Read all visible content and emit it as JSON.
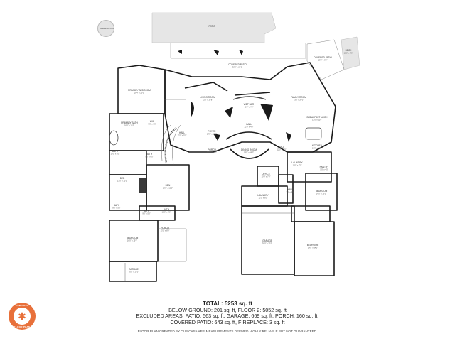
{
  "summary": {
    "total": "TOTAL: 5253 sq. ft",
    "line1": "BELOW GROUND: 201 sq. ft, FLOOR 2: 5052 sq. ft",
    "line2": "EXCLUDED AREAS: PATIO: 563 sq. ft, GARAGE: 669 sq. ft, PORCH: 160 sq. ft,",
    "line3": "COVERED PATIO: 643 sq. ft, FIREPLACE: 3 sq. ft"
  },
  "footer_note": "FLOOR PLAN CREATED BY CUBICASA APP. MEASUREMENTS DEEMED HIGHLY RELIABLE BUT NOT GUARANTEED.",
  "badge": {
    "top": "CUBICASA",
    "bottom": "FLOOR PLAN",
    "icon": "star-icon"
  },
  "colors": {
    "wall": "#1a1a1a",
    "patio_fill": "#e6e6e6",
    "accent": "#e8703a"
  },
  "rooms": [
    {
      "id": "patio-top",
      "name": "PATIO",
      "dim": ""
    },
    {
      "id": "deck",
      "name": "DECK",
      "dim": "10'0\" x 8'6\""
    },
    {
      "id": "covered-patio",
      "name": "COVERED PATIO",
      "dim": "38'0\" x 21'0\""
    },
    {
      "id": "primary-bedroom",
      "name": "PRIMARY BEDROOM",
      "dim": "20'4\" x 20'0\""
    },
    {
      "id": "living-room",
      "name": "LIVING ROOM",
      "dim": "22'0\" x 19'8\""
    },
    {
      "id": "wet-bar",
      "name": "WET BAR",
      "dim": "11'0\" x 4'3\""
    },
    {
      "id": "family-room",
      "name": "FAMILY ROOM",
      "dim": "23'0\" x 20'0\""
    },
    {
      "id": "covered-patio-2",
      "name": "COVERED PATIO",
      "dim": "13'0\" x 9'0\""
    },
    {
      "id": "breakfast-nook",
      "name": "BREAKFAST NOOK",
      "dim": "13'0\" x 11'0\""
    },
    {
      "id": "primary-bath",
      "name": "PRIMARY BATH",
      "dim": "16'0\" x 13'0\""
    },
    {
      "id": "wic",
      "name": "WIC",
      "dim": "9'0\" x 6'0\""
    },
    {
      "id": "hall-1",
      "name": "HALL",
      "dim": "13'0\" x 5'0\""
    },
    {
      "id": "foyer",
      "name": "FOYER",
      "dim": "14'0\" x 12'0\""
    },
    {
      "id": "hall-2",
      "name": "HALL",
      "dim": "22'0\" x 4'0\""
    },
    {
      "id": "kitchen",
      "name": "KITCHEN",
      "dim": "16'0\" x 13'0\""
    },
    {
      "id": "bath-1",
      "name": "BATH",
      "dim": "10'0\" x 8'0\""
    },
    {
      "id": "bath-2",
      "name": "BATH",
      "dim": "9'0\" x 6'0\""
    },
    {
      "id": "porch",
      "name": "PORCH",
      "dim": "16'0\" x 10'0\""
    },
    {
      "id": "dining-room",
      "name": "DINING ROOM",
      "dim": "19'0\" x 16'0\""
    },
    {
      "id": "hall-3",
      "name": "HALL",
      "dim": "12'0\" x 4'0\""
    },
    {
      "id": "laundry",
      "name": "LAUNDRY",
      "dim": "10'0\" x 7'0\""
    },
    {
      "id": "pantry",
      "name": "PANTRY",
      "dim": "5'0\" x 4'0\""
    },
    {
      "id": "bed-1",
      "name": "BED",
      "dim": "13'0\" x 12'0\""
    },
    {
      "id": "den",
      "name": "DEN",
      "dim": "18'0\" x 16'0\""
    },
    {
      "id": "office",
      "name": "OFFICE",
      "dim": "10'0\" x 7'0\""
    },
    {
      "id": "laundry-2",
      "name": "LAUNDRY",
      "dim": "12'0\" x 8'0\""
    },
    {
      "id": "hall-4",
      "name": "HALL",
      "dim": "7'0\" x 4'0\""
    },
    {
      "id": "bedroom-1",
      "name": "BEDROOM",
      "dim": "14'0\" x 13'0\""
    },
    {
      "id": "bath-3",
      "name": "BATH",
      "dim": "8'0\" x 5'0\""
    },
    {
      "id": "bath-4",
      "name": "BATH",
      "dim": "9'0\" x 5'0\""
    },
    {
      "id": "bath-5",
      "name": "BATH",
      "dim": "10'0\" x 6'0\""
    },
    {
      "id": "porch-2",
      "name": "PORCH",
      "dim": "13'0\" x 8'0\""
    },
    {
      "id": "bedroom-2",
      "name": "BEDROOM",
      "dim": "16'0\" x 15'0\""
    },
    {
      "id": "garage-main",
      "name": "GARAGE",
      "dim": "30'0\" x 22'0\""
    },
    {
      "id": "bedroom-3",
      "name": "BEDROOM",
      "dim": "14'0\" x 14'0\""
    },
    {
      "id": "garage-2",
      "name": "GARAGE",
      "dim": "20'0\" x 12'0\""
    },
    {
      "id": "pool",
      "name": "SWIMMING POOL",
      "dim": ""
    }
  ]
}
